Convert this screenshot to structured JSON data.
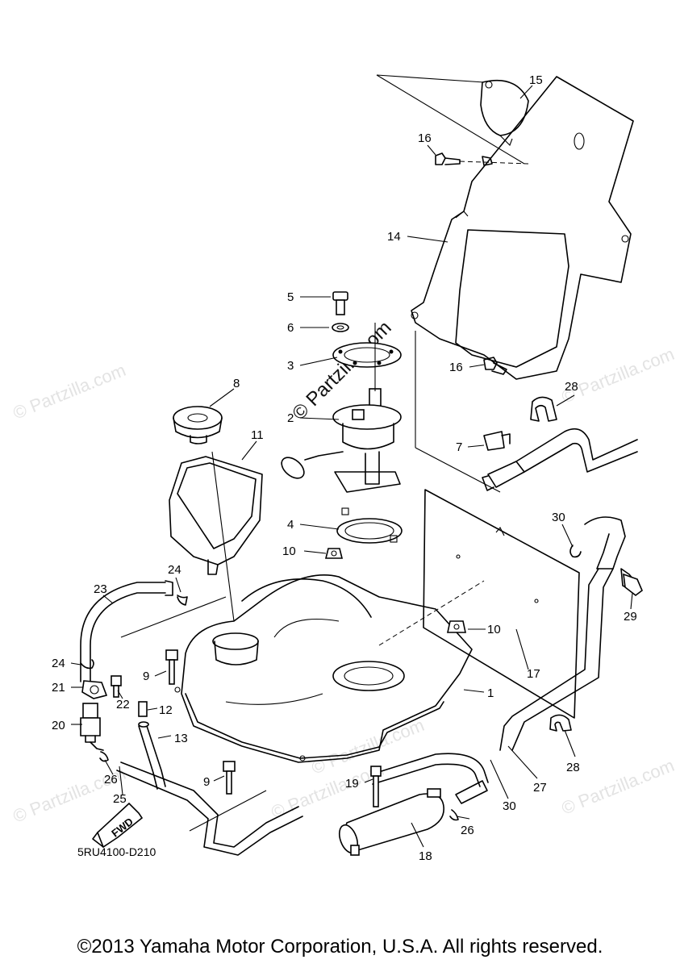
{
  "diagram": {
    "drawing_code": "5RU4100-D210",
    "fwd_label": "FWD",
    "copyright": "©2013 Yamaha Motor Corporation, U.S.A. All rights reserved.",
    "watermark": "© Partzilla.com",
    "callouts": {
      "c1": "1",
      "c2": "2",
      "c3": "3",
      "c4": "4",
      "c5": "5",
      "c6": "6",
      "c7": "7",
      "c8": "8",
      "c9a": "9",
      "c9b": "9",
      "c10a": "10",
      "c10b": "10",
      "c11": "11",
      "c12": "12",
      "c13": "13",
      "c14": "14",
      "c15": "15",
      "c16a": "16",
      "c16b": "16",
      "c17": "17",
      "c18": "18",
      "c19": "19",
      "c20": "20",
      "c21": "21",
      "c22": "22",
      "c23": "23",
      "c24a": "24",
      "c24b": "24",
      "c25": "25",
      "c26a": "26",
      "c26b": "26",
      "c27": "27",
      "c28a": "28",
      "c28b": "28",
      "c29": "29",
      "c30a": "30",
      "c30b": "30"
    }
  }
}
